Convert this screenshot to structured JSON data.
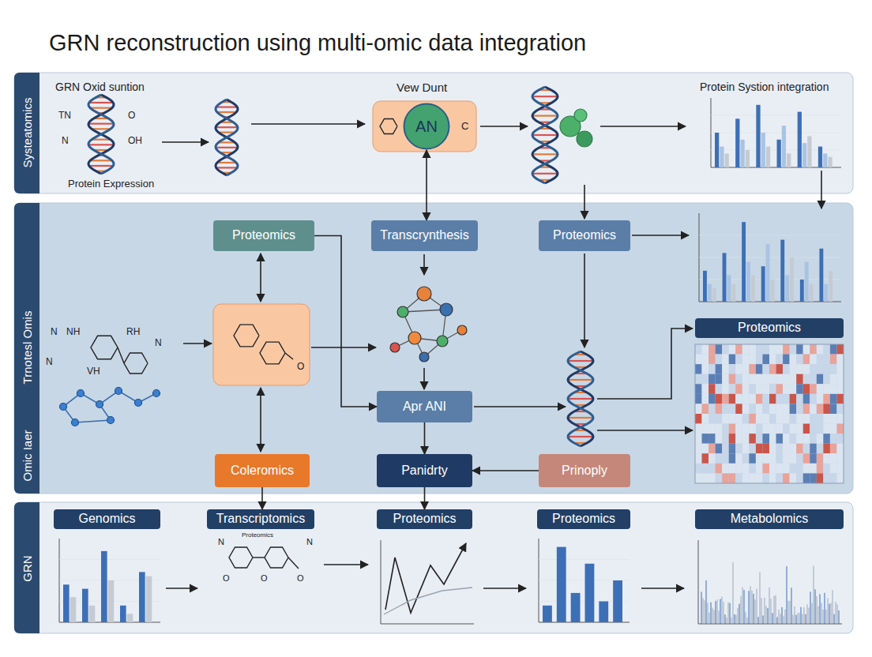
{
  "diagram": {
    "title": "GRN reconstruction using multi-omic data integration",
    "nodes": [
      {
        "text": [
          "Systeatomics"
        ]
      },
      {
        "text": [
          "AN"
        ],
        "in": 0
      },
      {
        "text": [
          "Trnotesl Omis",
          "Omic Iaer"
        ]
      },
      {
        "text": [
          "Proteomics"
        ],
        "in": 2
      },
      {
        "text": [
          "Transcrynthesis"
        ],
        "in": 2
      },
      {
        "text": [
          "Proteomics"
        ],
        "in": 2
      },
      {
        "text": [
          "Proteomics"
        ],
        "in": 2
      },
      {
        "text": [
          "Apr ANI"
        ],
        "in": 2
      },
      {
        "text": [
          "Coleromics"
        ],
        "in": 2
      },
      {
        "text": [
          "Panidrty"
        ],
        "in": 2
      },
      {
        "text": [
          "Prinoply"
        ],
        "in": 2
      },
      {
        "text": [
          "GRN"
        ]
      },
      {
        "text": [
          "Genomics"
        ],
        "in": 11
      },
      {
        "text": [
          "Transcriptomics"
        ],
        "in": 11
      },
      {
        "text": [
          "Proteomics"
        ],
        "in": 11
      },
      {
        "text": [
          "Proteomics"
        ],
        "in": 11
      },
      {
        "text": [
          "Metabolomics"
        ],
        "in": 11
      }
    ],
    "edges": [
      {
        "from": 3,
        "to": 7,
        "arrow": "to"
      },
      {
        "from": 1,
        "to": 4,
        "arrow": "both"
      },
      {
        "from": 7,
        "to": 9,
        "arrow": "to"
      },
      {
        "from": 10,
        "to": 9,
        "arrow": "to"
      },
      {
        "from": 8,
        "to": 13,
        "arrow": "to"
      },
      {
        "from": 9,
        "to": 14,
        "arrow": "to"
      }
    ],
    "labels": [
      "GRN Oxid suntion",
      "TN",
      "N",
      "O",
      "OH",
      "Protein Expression",
      "Vew Dunt",
      "C",
      "Protein Systion integration",
      "N",
      "NH",
      "RH",
      "N",
      "N",
      "VH",
      "O",
      "N",
      "Proteomics",
      "N",
      "O",
      "O",
      "O"
    ]
  }
}
